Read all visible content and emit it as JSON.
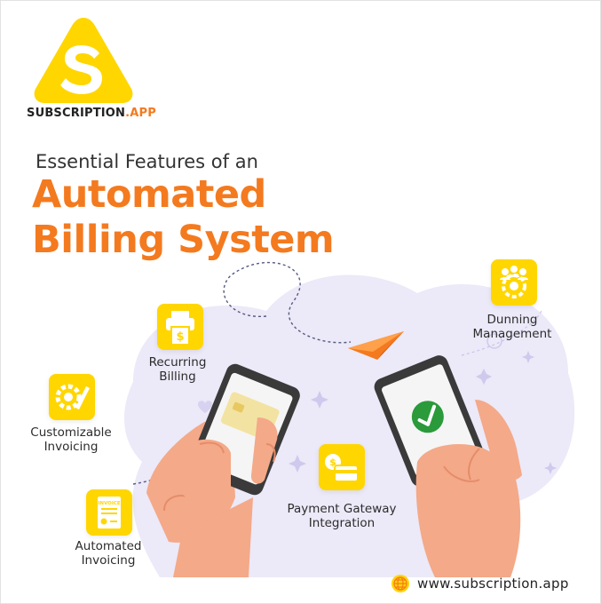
{
  "brand": {
    "name": "SUBSCRIPTION",
    "suffix": ".APP",
    "logo_icon": "s-triangle-logo-icon"
  },
  "heading": {
    "line1": "Essential Features of an",
    "line2": "Automated",
    "line3": "Billing System"
  },
  "features": {
    "dunning": {
      "line1": "Dunning",
      "line2": "Management",
      "icon": "team-gear-icon"
    },
    "recurring": {
      "line1": "Recurring",
      "line2": "Billing",
      "icon": "printer-dollar-icon"
    },
    "customizable": {
      "line1": "Customizable",
      "line2": "Invoicing",
      "icon": "gear-pencil-icon"
    },
    "payment": {
      "line1": "Payment Gateway",
      "line2": "Integration",
      "icon": "card-dollar-icon"
    },
    "automated": {
      "line1": "Automated",
      "line2": "Invoicing",
      "icon": "invoice-document-icon"
    },
    "automated_icon_text": "INVOICE"
  },
  "footer": {
    "url": "www.subscription.app",
    "icon": "globe-icon"
  },
  "colors": {
    "accent": "#f47a1f",
    "yellow": "#ffd600",
    "blob": "#ece9f8",
    "skin": "#f4a988",
    "phone": "#3a3a3a"
  }
}
